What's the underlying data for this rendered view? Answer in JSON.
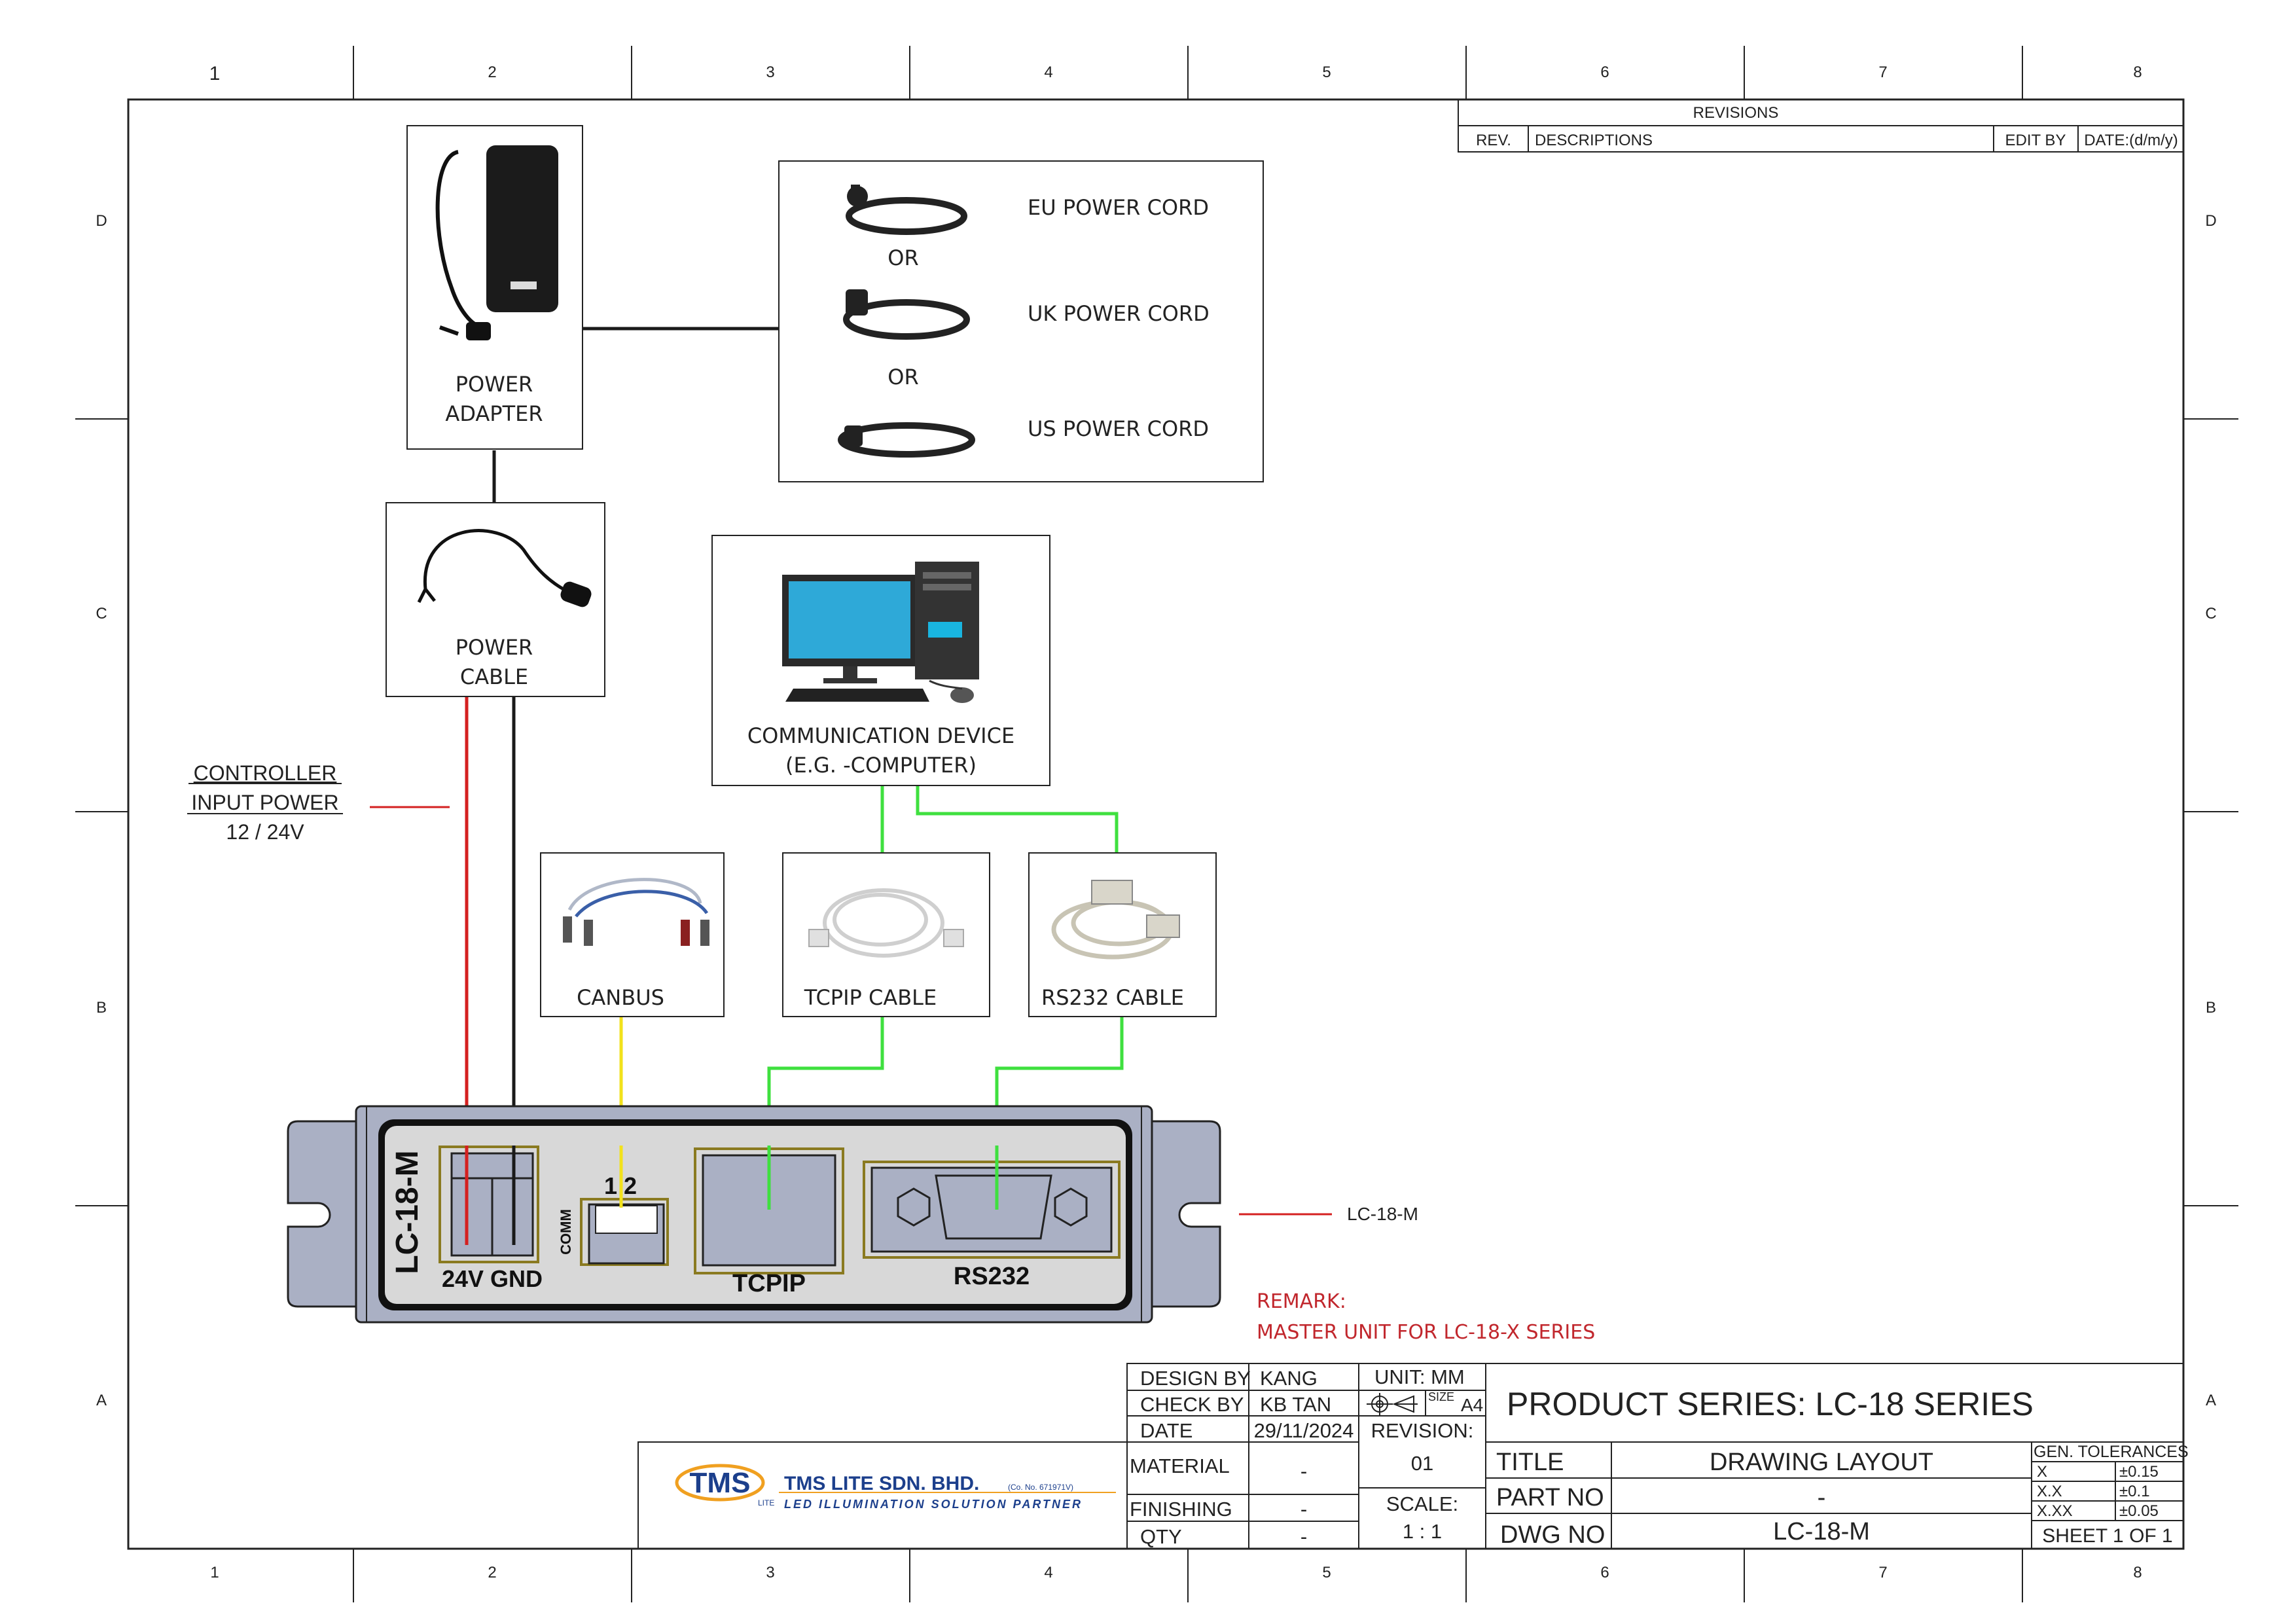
{
  "frame": {
    "columns": [
      "1",
      "2",
      "3",
      "4",
      "5",
      "6",
      "7",
      "8"
    ],
    "rows": [
      "D",
      "C",
      "B",
      "A"
    ]
  },
  "revisions": {
    "header": "REVISIONS",
    "col_rev": "REV.",
    "col_desc": "DESCRIPTIONS",
    "col_edit": "EDIT BY",
    "col_date": "DATE:(d/m/y)"
  },
  "components": {
    "power_adapter": [
      "POWER",
      "ADAPTER"
    ],
    "eu_cord": "EU POWER CORD",
    "uk_cord": "UK POWER CORD",
    "us_cord": "US POWER CORD",
    "or_label": "OR",
    "power_cable": [
      "POWER",
      "CABLE"
    ],
    "comm_device": [
      "COMMUNICATION DEVICE",
      "(E.G. -COMPUTER)"
    ],
    "controller_power": [
      "CONTROLLER",
      "INPUT POWER",
      "12 / 24V"
    ],
    "canbus": "CANBUS",
    "tcpip_cable": "TCPIP CABLE",
    "rs232_cable": "RS232 CABLE"
  },
  "controller": {
    "model": "LC-18-M",
    "port_power": "24V GND",
    "port_comm_pins": "1 2",
    "port_comm": "COMM",
    "port_tcpip": "TCPIP",
    "port_rs232": "RS232",
    "callout": "LC-18-M"
  },
  "remark": {
    "title": "REMARK:",
    "text": "MASTER UNIT FOR LC-18-X SERIES"
  },
  "title_block": {
    "design_by_label": "DESIGN BY",
    "design_by": "KANG",
    "check_by_label": "CHECK BY",
    "check_by": "KB TAN",
    "date_label": "DATE",
    "date": "29/11/2024",
    "material_label": "MATERIAL",
    "material": "-",
    "finishing_label": "FINISHING",
    "finishing": "-",
    "qty_label": "QTY",
    "qty": "-",
    "unit": "UNIT:  MM",
    "size_label": "SIZE",
    "size": "A4",
    "revision_label": "REVISION:",
    "revision": "01",
    "scale_label": "SCALE:",
    "scale": "1 : 1",
    "product_series": "PRODUCT SERIES: LC-18 SERIES",
    "title_label": "TITLE",
    "title": "DRAWING LAYOUT",
    "part_no_label": "PART NO",
    "part_no": "-",
    "dwg_no_label": "DWG NO",
    "dwg_no": "LC-18-M",
    "tolerances_header": "GEN. TOLERANCES",
    "tolerances": [
      {
        "k": "X",
        "v": "±0.15"
      },
      {
        "k": "X.X",
        "v": "±0.1"
      },
      {
        "k": "X.XX",
        "v": "±0.05"
      }
    ],
    "sheet": "SHEET 1 OF 1"
  },
  "company": {
    "logo": "TMS",
    "logo_sub": "LITE",
    "name": "TMS LITE SDN. BHD.",
    "reg": "(Co. No. 671971V)",
    "tagline": "LED ILLUMINATION SOLUTION PARTNER"
  },
  "colors": {
    "power_red": "#d42020",
    "power_black": "#1a1a1a",
    "canbus_yellow": "#f2e21c",
    "data_green": "#3fe03f",
    "housing": "#aab0c4",
    "panel": "#d8d8d8",
    "port_border": "#8a7a20",
    "remark_red": "#c1272d",
    "logo_blue": "#1c3f8c",
    "logo_orange": "#f0a020"
  }
}
